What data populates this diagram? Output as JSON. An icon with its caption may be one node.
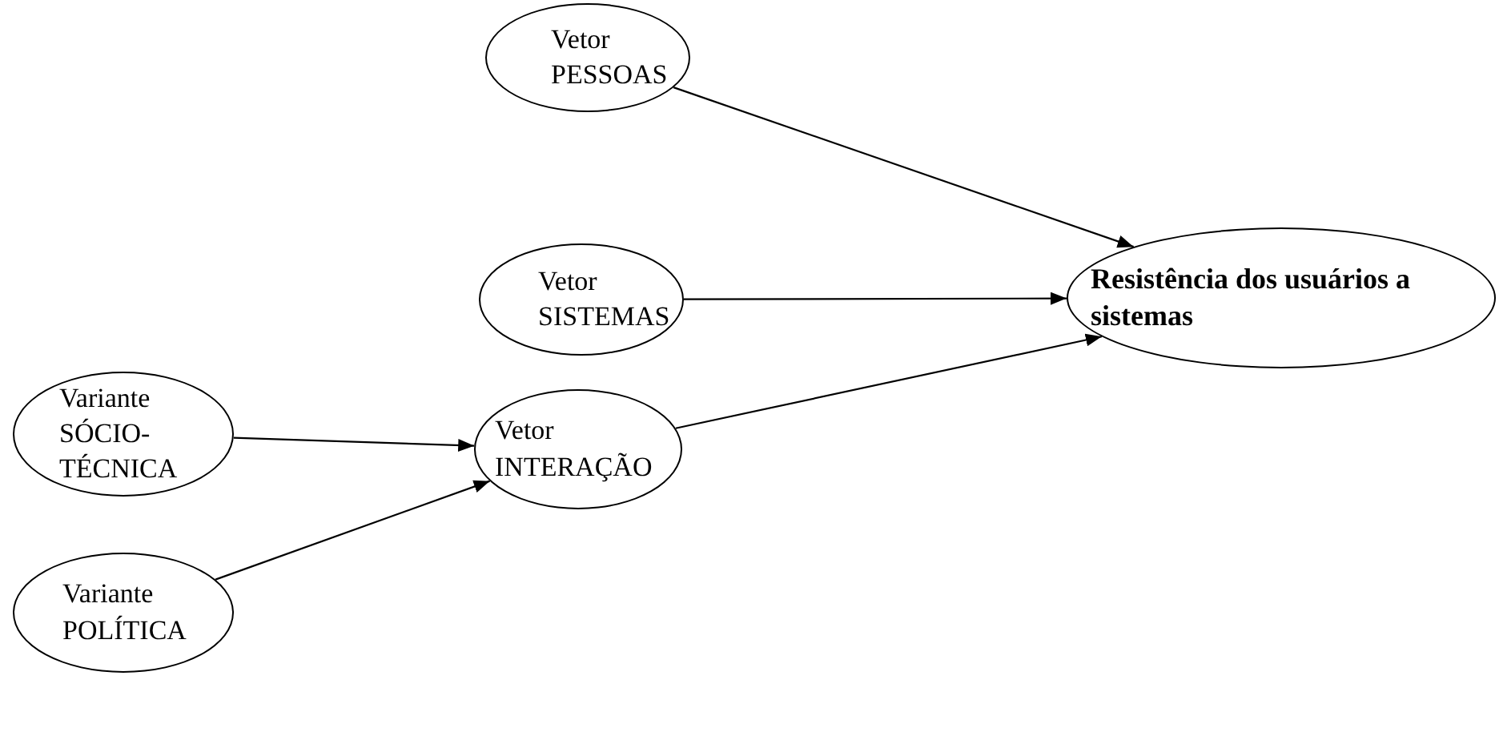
{
  "diagram": {
    "nodes": [
      {
        "text": [
          "Vetor PESSOAS"
        ]
      },
      {
        "text": [
          "Vetor SISTEMAS"
        ]
      },
      {
        "text": [
          "Resistência dos usuários a sistemas"
        ]
      },
      {
        "text": [
          "Variante SÓCIO-TÉCNICA"
        ]
      },
      {
        "text": [
          "Vetor INTERAÇÃO"
        ]
      },
      {
        "text": [
          "Variante POLÍTICA"
        ]
      }
    ],
    "edges": [
      {
        "from": 0,
        "to": 2,
        "arrow": "to"
      },
      {
        "from": 1,
        "to": 2,
        "arrow": "to"
      },
      {
        "from": 4,
        "to": 2,
        "arrow": "to"
      },
      {
        "from": 3,
        "to": 4,
        "arrow": "to"
      },
      {
        "from": 5,
        "to": 4,
        "arrow": "to"
      }
    ]
  }
}
